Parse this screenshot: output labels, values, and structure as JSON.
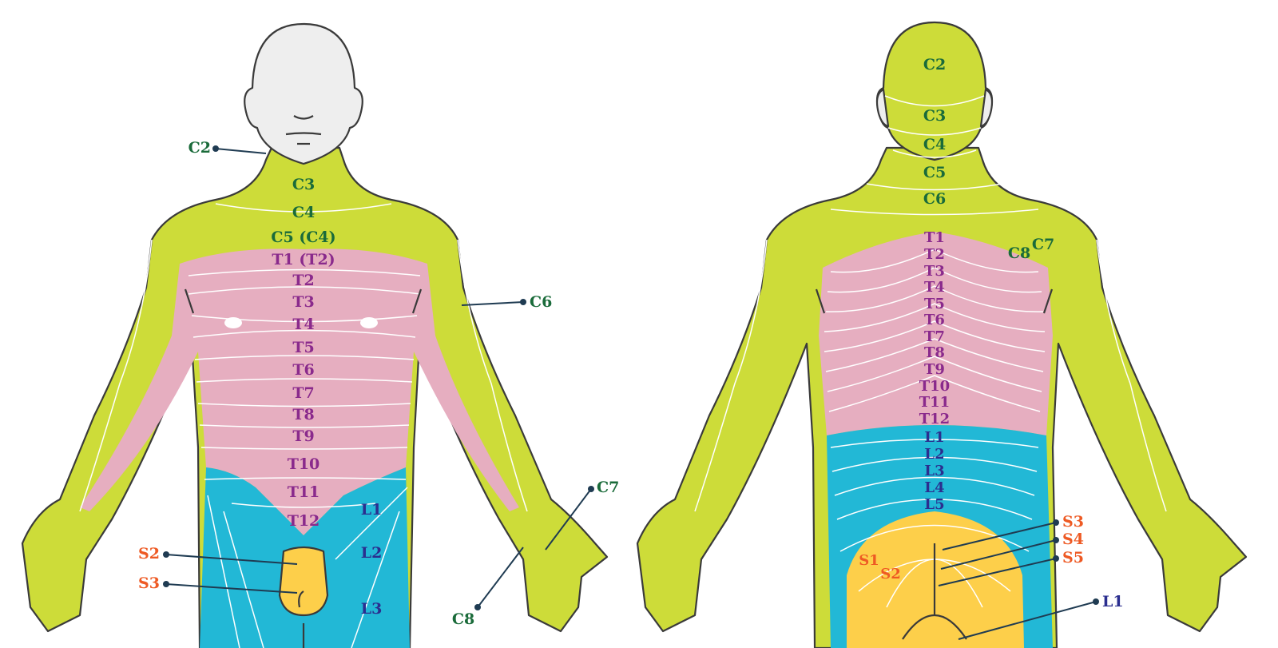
{
  "colors": {
    "cervical": "#cddc39",
    "thoracic": "#e6aec0",
    "lumbar": "#22b8d6",
    "sacral": "#fdcf4a",
    "head": "#eeeeee",
    "outline": "#3a3a3a",
    "label_cervical": "#1a6b3a",
    "label_thoracic": "#8a2a8c",
    "label_lumbar": "#2b2e8f",
    "label_sacral": "#ee5a24"
  },
  "front": {
    "c2": "C2",
    "c3": "C3",
    "c4": "C4",
    "c5": "C5 (C4)",
    "t1": "T1 (T2)",
    "t2": "T2",
    "t3": "T3",
    "t4": "T4",
    "t5": "T5",
    "t6": "T6",
    "t7": "T7",
    "t8": "T8",
    "t9": "T9",
    "t10": "T10",
    "t11": "T11",
    "t12": "T12",
    "c6": "C6",
    "c7": "C7",
    "c8": "C8",
    "l1": "L1",
    "l2": "L2",
    "l3": "L3",
    "s2": "S2",
    "s3": "S3"
  },
  "back": {
    "c2": "C2",
    "c3": "C3",
    "c4": "C4",
    "c5": "C5",
    "c6": "C6",
    "c7": "C7",
    "c8": "C8",
    "t1": "T1",
    "t2": "T2",
    "t3": "T3",
    "t4": "T4",
    "t5": "T5",
    "t6": "T6",
    "t7": "T7",
    "t8": "T8",
    "t9": "T9",
    "t10": "T10",
    "t11": "T11",
    "t12": "T12",
    "l1": "L1",
    "l2": "L2",
    "l3": "L3",
    "l4": "L4",
    "l5": "L5",
    "s1": "S1",
    "s2": "S2",
    "s3": "S3",
    "s4": "S4",
    "s5": "S5",
    "l1_lead": "L1"
  }
}
